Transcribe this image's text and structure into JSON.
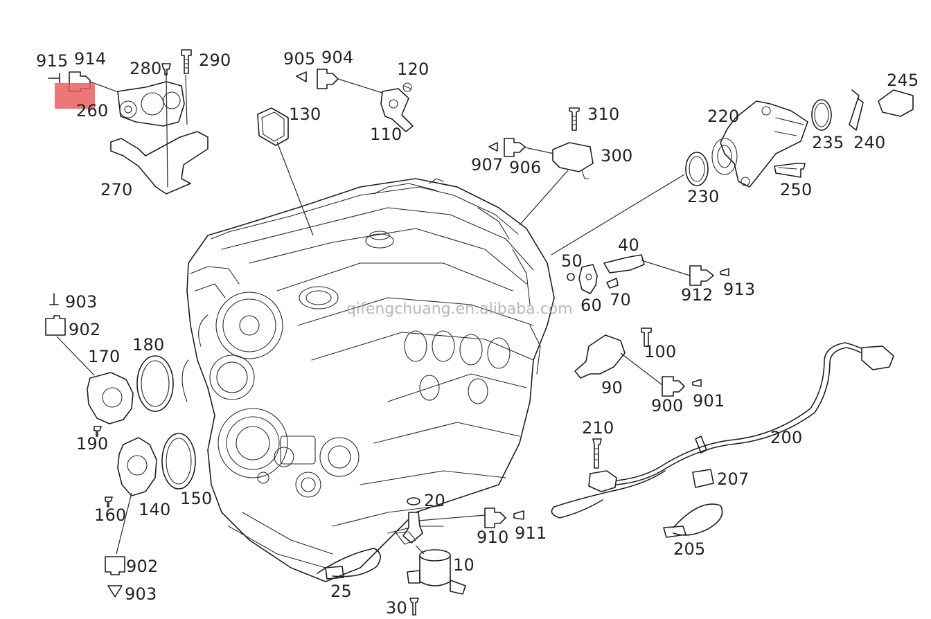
{
  "watermark": "qifengchuang.en.alibaba.com",
  "labels": {
    "p915": "915",
    "p914": "914",
    "p280": "280",
    "p290": "290",
    "p260": "260",
    "p270": "270",
    "p905": "905",
    "p904": "904",
    "p120": "120",
    "p110": "110",
    "p130": "130",
    "p310": "310",
    "p907": "907",
    "p906": "906",
    "p300": "300",
    "p220": "220",
    "p245": "245",
    "p235": "235",
    "p240": "240",
    "p230": "230",
    "p250": "250",
    "p40": "40",
    "p50": "50",
    "p60": "60",
    "p70": "70",
    "p912": "912",
    "p913": "913",
    "p903a": "903",
    "p902a": "902",
    "p170": "170",
    "p180": "180",
    "p190": "190",
    "p140": "140",
    "p150": "150",
    "p160": "160",
    "p902b": "902",
    "p903b": "903",
    "p100": "100",
    "p90": "90",
    "p900": "900",
    "p901": "901",
    "p210": "210",
    "p200": "200",
    "p207": "207",
    "p205": "205",
    "p20": "20",
    "p910": "910",
    "p911": "911",
    "p10": "10",
    "p25": "25",
    "p30": "30"
  }
}
